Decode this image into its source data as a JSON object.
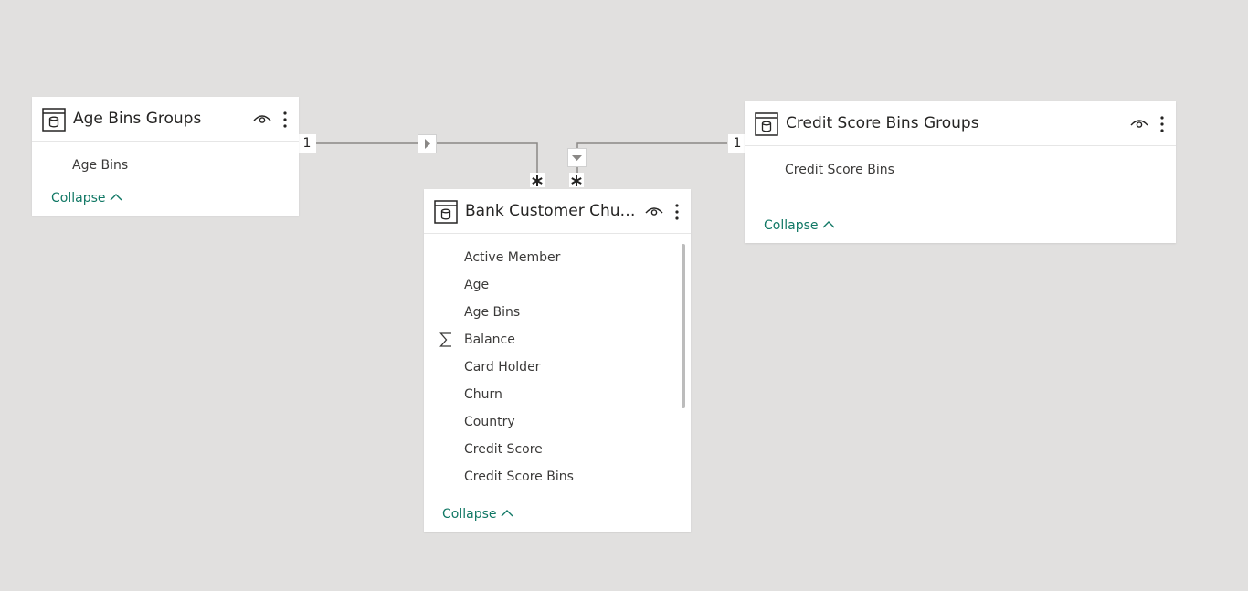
{
  "tables": {
    "age": {
      "title": "Age Bins Groups",
      "fields": [
        "Age Bins"
      ],
      "collapse_label": "Collapse"
    },
    "bank": {
      "title": "Bank Customer Churn...",
      "fields": [
        "Active Member",
        "Age",
        "Age Bins",
        "Balance",
        "Card Holder",
        "Churn",
        "Country",
        "Credit Score",
        "Credit Score Bins"
      ],
      "measure_field_index": 3,
      "collapse_label": "Collapse"
    },
    "credit": {
      "title": "Credit Score Bins Groups",
      "fields": [
        "Credit Score Bins"
      ],
      "collapse_label": "Collapse"
    }
  },
  "relationships": [
    {
      "from": "Age Bins Groups",
      "from_cardinality": "1",
      "to": "Bank Customer Churn...",
      "to_cardinality": "*"
    },
    {
      "from": "Credit Score Bins Groups",
      "from_cardinality": "1",
      "to": "Bank Customer Churn...",
      "to_cardinality": "*"
    }
  ],
  "icons": {
    "table": "table-icon",
    "visibility": "eye-icon",
    "more": "more-options-icon",
    "collapse": "chevron-up-icon",
    "measure": "sigma-icon"
  },
  "colors": {
    "canvas": "#e1e0df",
    "card": "#ffffff",
    "link": "#117865",
    "line": "#8a8886"
  }
}
